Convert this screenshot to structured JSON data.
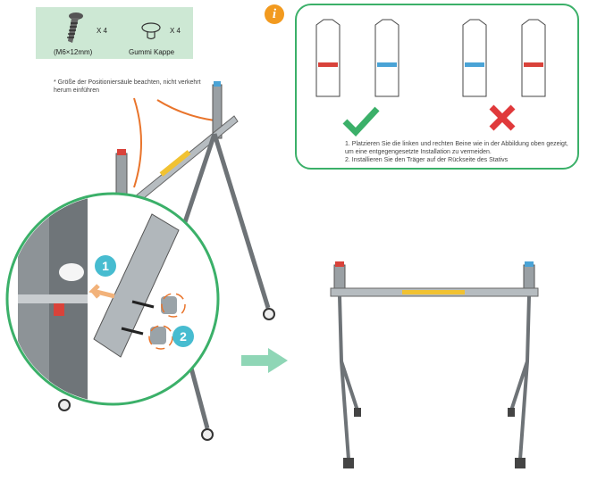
{
  "parts": {
    "screw": {
      "qty": "X 4",
      "label": "(M6×12mm)",
      "icon": "screw-icon"
    },
    "cap": {
      "qty": "X 4",
      "label": "Gummi Kappe",
      "icon": "rubber-cap-icon"
    }
  },
  "note": "* Größe der Positioniersäule beachten, nicht verkehrt herum einführen",
  "info": {
    "badge": "i",
    "line1": "1. Platzieren Sie die linken und rechten Beine wie in der Abbildung oben gezeigt, um eine entgegengesetzte Installation zu vermeiden.",
    "line2": "2. Installieren Sie den Träger auf der Rückseite des Stativs"
  },
  "steps": [
    "1",
    "2"
  ],
  "colors": {
    "accent_green": "#3bb069",
    "badge_orange": "#f29a1f",
    "parts_bg": "#cde8d4",
    "step_blue": "#47bcd0",
    "check_green": "#3bb069",
    "cross_red": "#e0393b",
    "marker_red": "#d9423a",
    "marker_blue": "#4aa3d6",
    "arrow_orange": "#e9742b",
    "arrow_mint": "#8fd6b6"
  }
}
